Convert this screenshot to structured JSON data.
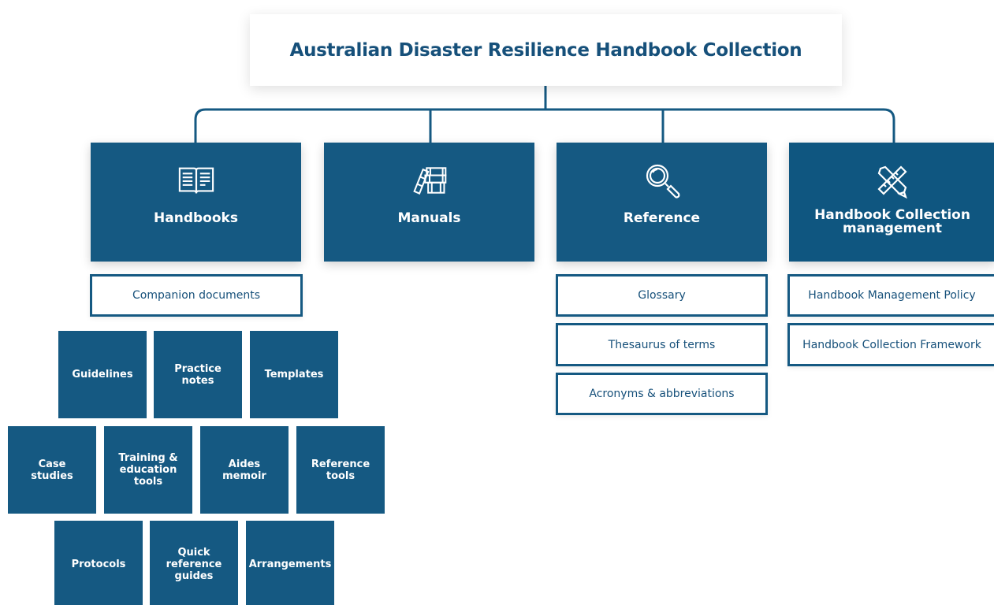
{
  "title": "Australian Disaster Resilience Handbook Collection",
  "categories": [
    {
      "label_lines": [
        "Handbooks"
      ],
      "icon": "open-book-icon"
    },
    {
      "label_lines": [
        "Manuals"
      ],
      "icon": "books-stack-icon"
    },
    {
      "label_lines": [
        "Reference"
      ],
      "icon": "magnifier-icon"
    },
    {
      "label_lines": [
        "Handbook Collection",
        "management"
      ],
      "icon": "ruler-pencil-icon"
    }
  ],
  "handbooks_children": {
    "companion": "Companion documents",
    "tiles_row1": [
      {
        "lines": [
          "Guidelines"
        ]
      },
      {
        "lines": [
          "Practice",
          "notes"
        ]
      },
      {
        "lines": [
          "Templates"
        ]
      }
    ],
    "tiles_row2": [
      {
        "lines": [
          "Case",
          "studies"
        ]
      },
      {
        "lines": [
          "Training &",
          "education",
          "tools"
        ]
      },
      {
        "lines": [
          "Aides",
          "memoir"
        ]
      },
      {
        "lines": [
          "Reference",
          "tools"
        ]
      }
    ],
    "tiles_row3": [
      {
        "lines": [
          "Protocols"
        ]
      },
      {
        "lines": [
          "Quick",
          "reference",
          "guides"
        ]
      },
      {
        "lines": [
          "Arrangements"
        ]
      }
    ]
  },
  "reference_children": [
    "Glossary",
    "Thesaurus of terms",
    "Acronyms & abbreviations"
  ],
  "management_children": [
    "Handbook Management Policy",
    "Handbook Collection Framework"
  ],
  "colors": {
    "primary": "#155982",
    "title_text": "#16507a",
    "connector": "#155982",
    "background": "#ffffff"
  }
}
